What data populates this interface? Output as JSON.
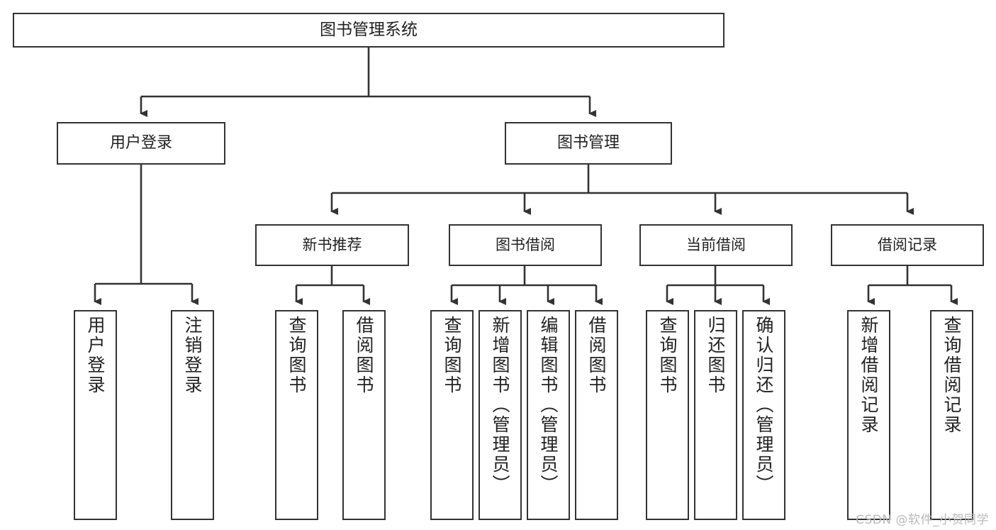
{
  "diagram": {
    "title": "图书管理系统",
    "type": "hierarchy-tree",
    "watermark": "CSDN @软件_小贺同学",
    "colors": {
      "box_border": "#333333",
      "box_fill": "#ffffff",
      "text": "#222222",
      "connector": "#333333",
      "watermark": "#b9b9b9",
      "background": "#ffffff"
    },
    "root": {
      "label": "图书管理系统"
    },
    "level1": [
      {
        "label": "用户登录"
      },
      {
        "label": "图书管理"
      }
    ],
    "level2": [
      {
        "label": "新书推荐"
      },
      {
        "label": "图书借阅"
      },
      {
        "label": "当前借阅"
      },
      {
        "label": "借阅记录"
      }
    ],
    "leaves": {
      "user_login": [
        {
          "label": "用户登录"
        },
        {
          "label": "注销登录"
        }
      ],
      "new_book_recommend": [
        {
          "label": "查询图书"
        },
        {
          "label": "借阅图书"
        }
      ],
      "book_borrow": [
        {
          "label": "查询图书"
        },
        {
          "label": "新增图书（管理员）"
        },
        {
          "label": "编辑图书（管理员）"
        },
        {
          "label": "借阅图书"
        }
      ],
      "current_borrow": [
        {
          "label": "查询图书"
        },
        {
          "label": "归还图书"
        },
        {
          "label": "确认归还（管理员）"
        }
      ],
      "borrow_record": [
        {
          "label": "新增借阅记录"
        },
        {
          "label": "查询借阅记录"
        }
      ]
    }
  }
}
